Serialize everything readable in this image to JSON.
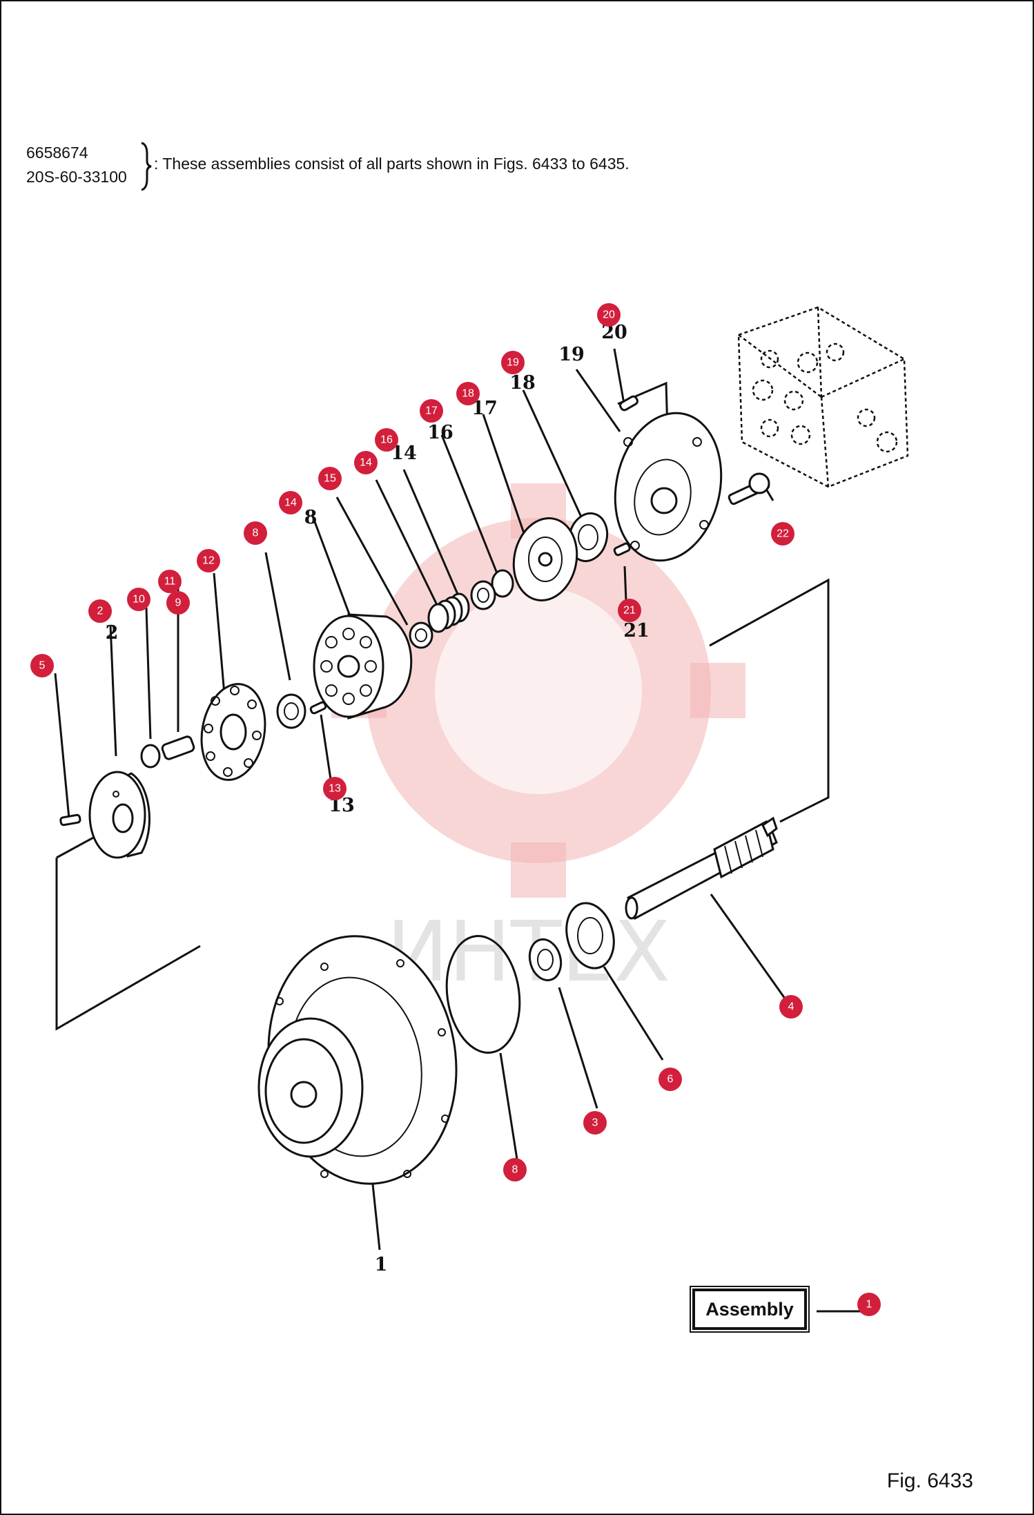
{
  "header": {
    "part_number_1": "6658674",
    "part_number_2": "20S-60-33100",
    "note": ": These assemblies consist of all parts shown in Figs. 6433 to 6435."
  },
  "assembly_label": "Assembly",
  "figure_label": "Fig. 6433",
  "watermark_text": "ИНТЕХ",
  "colors": {
    "badge": "#d21f3c",
    "watermark": "#f2b5b5",
    "line": "#111111"
  },
  "callouts": [
    {
      "id": "20",
      "label": "20"
    },
    {
      "id": "19",
      "label": "19"
    },
    {
      "id": "18",
      "label": "18"
    },
    {
      "id": "17",
      "label": "17"
    },
    {
      "id": "16",
      "label": "16"
    },
    {
      "id": "14a",
      "label": "14"
    },
    {
      "id": "15",
      "label": "15"
    },
    {
      "id": "14b",
      "label": "14"
    },
    {
      "id": "8a",
      "label": "8"
    },
    {
      "id": "12",
      "label": "12"
    },
    {
      "id": "11",
      "label": "11"
    },
    {
      "id": "9",
      "label": "9"
    },
    {
      "id": "10",
      "label": "10"
    },
    {
      "id": "2",
      "label": "2"
    },
    {
      "id": "5",
      "label": "5"
    },
    {
      "id": "22",
      "label": "22"
    },
    {
      "id": "21",
      "label": "21"
    },
    {
      "id": "13",
      "label": "13"
    },
    {
      "id": "4",
      "label": "4"
    },
    {
      "id": "6",
      "label": "6"
    },
    {
      "id": "3",
      "label": "3"
    },
    {
      "id": "8b",
      "label": "8"
    },
    {
      "id": "1",
      "label": "1"
    }
  ],
  "drawing_labels": [
    {
      "id": "20",
      "text": "20"
    },
    {
      "id": "19",
      "text": "19"
    },
    {
      "id": "18",
      "text": "18"
    },
    {
      "id": "17",
      "text": "17"
    },
    {
      "id": "16",
      "text": "16"
    },
    {
      "id": "14",
      "text": "14"
    },
    {
      "id": "8",
      "text": "8"
    },
    {
      "id": "2",
      "text": "2"
    },
    {
      "id": "21",
      "text": "21"
    },
    {
      "id": "13",
      "text": "13"
    },
    {
      "id": "1",
      "text": "1"
    }
  ]
}
